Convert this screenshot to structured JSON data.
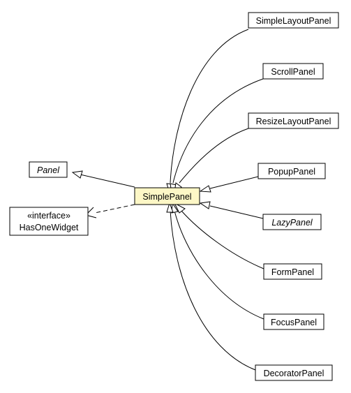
{
  "diagram": {
    "type": "uml-class-hierarchy",
    "center": {
      "id": "simple-panel",
      "label": "SimplePanel",
      "fill": "#fdf7c6"
    },
    "parents": [
      {
        "id": "panel",
        "label": "Panel",
        "italic": true,
        "relation": "extends"
      },
      {
        "id": "has-one-widget",
        "stereotype": "«interface»",
        "label": "HasOneWidget",
        "relation": "implements"
      }
    ],
    "subclasses": [
      {
        "id": "simple-layout-panel",
        "label": "SimpleLayoutPanel",
        "italic": false
      },
      {
        "id": "scroll-panel",
        "label": "ScrollPanel",
        "italic": false
      },
      {
        "id": "resize-layout-panel",
        "label": "ResizeLayoutPanel",
        "italic": false
      },
      {
        "id": "popup-panel",
        "label": "PopupPanel",
        "italic": false
      },
      {
        "id": "lazy-panel",
        "label": "LazyPanel",
        "italic": true
      },
      {
        "id": "form-panel",
        "label": "FormPanel",
        "italic": false
      },
      {
        "id": "focus-panel",
        "label": "FocusPanel",
        "italic": false
      },
      {
        "id": "decorator-panel",
        "label": "DecoratorPanel",
        "italic": false
      }
    ]
  }
}
